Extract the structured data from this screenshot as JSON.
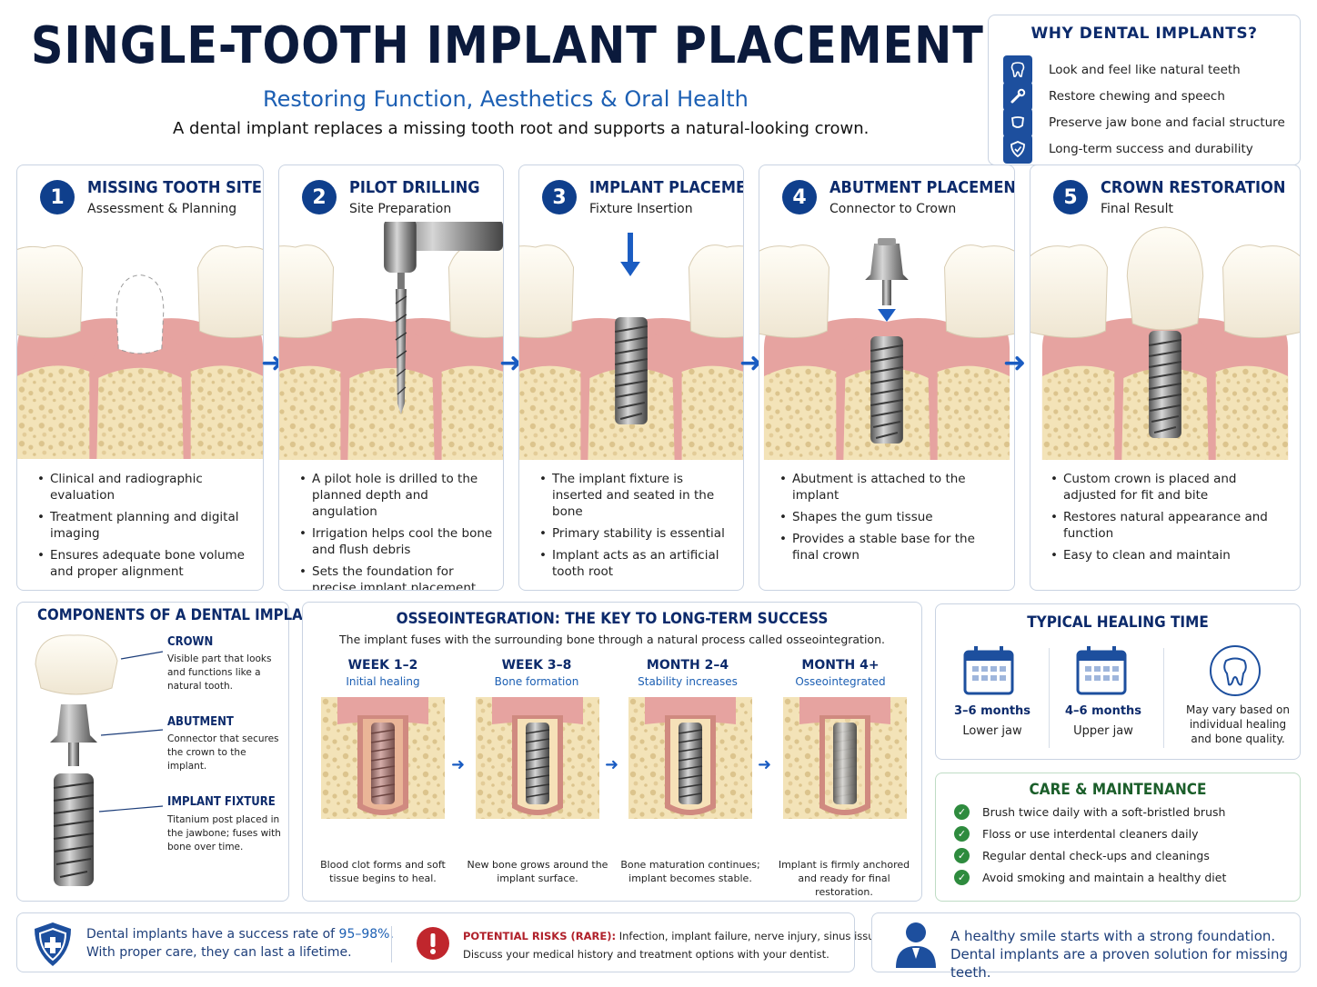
{
  "header": {
    "title": "SINGLE-TOOTH IMPLANT PLACEMENT",
    "subtitle": "Restoring Function, Aesthetics & Oral Health",
    "intro": "A dental implant replaces a missing tooth root and supports a natural-looking crown."
  },
  "why": {
    "title": "WHY DENTAL IMPLANTS?",
    "items": [
      {
        "icon": "tooth-icon",
        "text": "Look and feel like natural teeth"
      },
      {
        "icon": "wrench-icon",
        "text": "Restore chewing and speech"
      },
      {
        "icon": "jaw-icon",
        "text": "Preserve jaw bone and facial structure"
      },
      {
        "icon": "shield-icon",
        "text": "Long-term success and durability"
      }
    ]
  },
  "steps": [
    {
      "num": "1",
      "title": "MISSING TOOTH SITE",
      "sub": "Assessment & Planning",
      "bullets": [
        "Clinical and radiographic evaluation",
        "Treatment planning and digital imaging",
        "Ensures adequate bone volume and proper alignment"
      ]
    },
    {
      "num": "2",
      "title": "PILOT DRILLING",
      "sub": "Site Preparation",
      "bullets": [
        "A pilot hole is drilled to the planned depth and angulation",
        "Irrigation helps cool the bone and flush debris",
        "Sets the foundation for precise implant placement"
      ]
    },
    {
      "num": "3",
      "title": "IMPLANT PLACEMENT",
      "sub": "Fixture Insertion",
      "bullets": [
        "The implant fixture is inserted and seated in the bone",
        "Primary stability is essential",
        "Implant acts as an artificial tooth root"
      ]
    },
    {
      "num": "4",
      "title": "ABUTMENT PLACEMENT",
      "sub": "Connector to Crown",
      "bullets": [
        "Abutment is attached to the implant",
        "Shapes the gum tissue",
        "Provides a stable base for the final crown"
      ]
    },
    {
      "num": "5",
      "title": "CROWN RESTORATION",
      "sub": "Final Result",
      "bullets": [
        "Custom crown is placed and adjusted for fit and bite",
        "Restores natural appearance and function",
        "Easy to clean and maintain"
      ]
    }
  ],
  "components": {
    "title": "COMPONENTS OF A DENTAL IMPLANT",
    "items": [
      {
        "name": "CROWN",
        "desc": "Visible part that looks and functions like a natural tooth."
      },
      {
        "name": "ABUTMENT",
        "desc": "Connector that secures the crown to the implant."
      },
      {
        "name": "IMPLANT FIXTURE",
        "desc": "Titanium post placed in the jawbone; fuses with bone over time."
      }
    ]
  },
  "osseo": {
    "title": "OSSEOINTEGRATION: THE KEY TO LONG-TERM SUCCESS",
    "desc": "The implant fuses with the surrounding bone through a natural process called osseointegration.",
    "phases": [
      {
        "time": "WEEK 1–2",
        "label": "Initial healing",
        "caption": "Blood clot forms and soft tissue begins to heal."
      },
      {
        "time": "WEEK 3–8",
        "label": "Bone formation",
        "caption": "New bone grows around the implant surface."
      },
      {
        "time": "MONTH 2–4",
        "label": "Stability increases",
        "caption": "Bone maturation continues; implant becomes stable."
      },
      {
        "time": "MONTH 4+",
        "label": "Osseointegrated",
        "caption": "Implant is firmly anchored and ready for final restoration."
      }
    ]
  },
  "healing": {
    "title": "TYPICAL HEALING TIME",
    "lower_value": "3–6 months",
    "lower_label": "Lower jaw",
    "upper_value": "4–6 months",
    "upper_label": "Upper jaw",
    "note": "May vary based on individual healing and bone quality."
  },
  "care": {
    "title": "CARE & MAINTENANCE",
    "items": [
      "Brush twice daily with a soft-bristled brush",
      "Floss or use interdental cleaners daily",
      "Regular dental check-ups and cleanings",
      "Avoid smoking and maintain a healthy diet"
    ]
  },
  "footer": {
    "success_line1_pre": "Dental implants have a success rate of ",
    "success_rate": "95–98%.",
    "success_line2": "With proper care, they can last a lifetime.",
    "risk_label": "POTENTIAL RISKS (RARE):",
    "risk_text": "Infection, implant failure, nerve injury, sinus issues.",
    "risk_line2": "Discuss your medical history and treatment options with your dentist.",
    "tag_line1": "A healthy smile starts with a strong foundation.",
    "tag_line2": "Dental implants are a proven solution for missing teeth."
  },
  "colors": {
    "navy": "#0c2a6b",
    "blue": "#1c5fb3",
    "gum": "#e39a9a",
    "bone": "#f1dfb2",
    "green": "#2e8b3e",
    "red": "#c0262d"
  }
}
